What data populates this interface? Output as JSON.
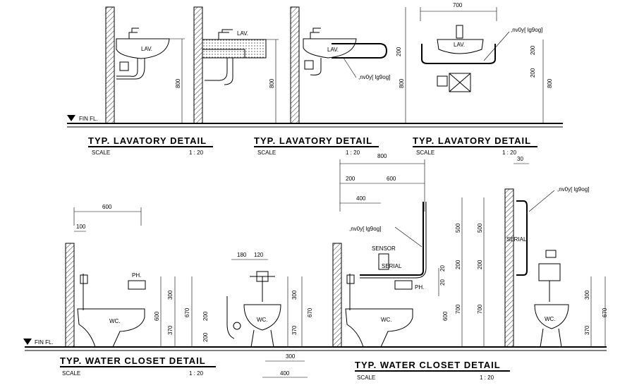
{
  "floor_label": "FIN FL.",
  "lavatory": {
    "titles": [
      "TYP. LAVATORY DETAIL",
      "TYP. LAVATORY DETAIL",
      "TYP. LAVATORY DETAIL"
    ],
    "scale_word": "SCALE",
    "scale_value": "1 : 20",
    "lav_label": "LAV.",
    "grab_bar_note": ",nv0y[ lg9og]",
    "dims": {
      "h800": "800",
      "w700": "700",
      "h200": "200"
    }
  },
  "water_closet": {
    "titles": [
      "TYP. WATER CLOSET DETAIL",
      "TYP. WATER CLOSET DETAIL"
    ],
    "scale_word": "SCALE",
    "scale_value": "1 : 20",
    "wc_label": "WC.",
    "ph_label": "PH.",
    "sensor_label": "SENSOR",
    "serial_label": "SERIAL",
    "grab_bar_note": ",nv0y[ lg9og]",
    "dims": {
      "d600": "600",
      "d100": "100",
      "d300": "300",
      "d370": "370",
      "d670": "670",
      "d180": "180",
      "d120": "120",
      "d200": "200",
      "d400": "400",
      "d800": "800",
      "d500": "500",
      "d700": "700",
      "d30": "30",
      "d20": "20"
    }
  }
}
